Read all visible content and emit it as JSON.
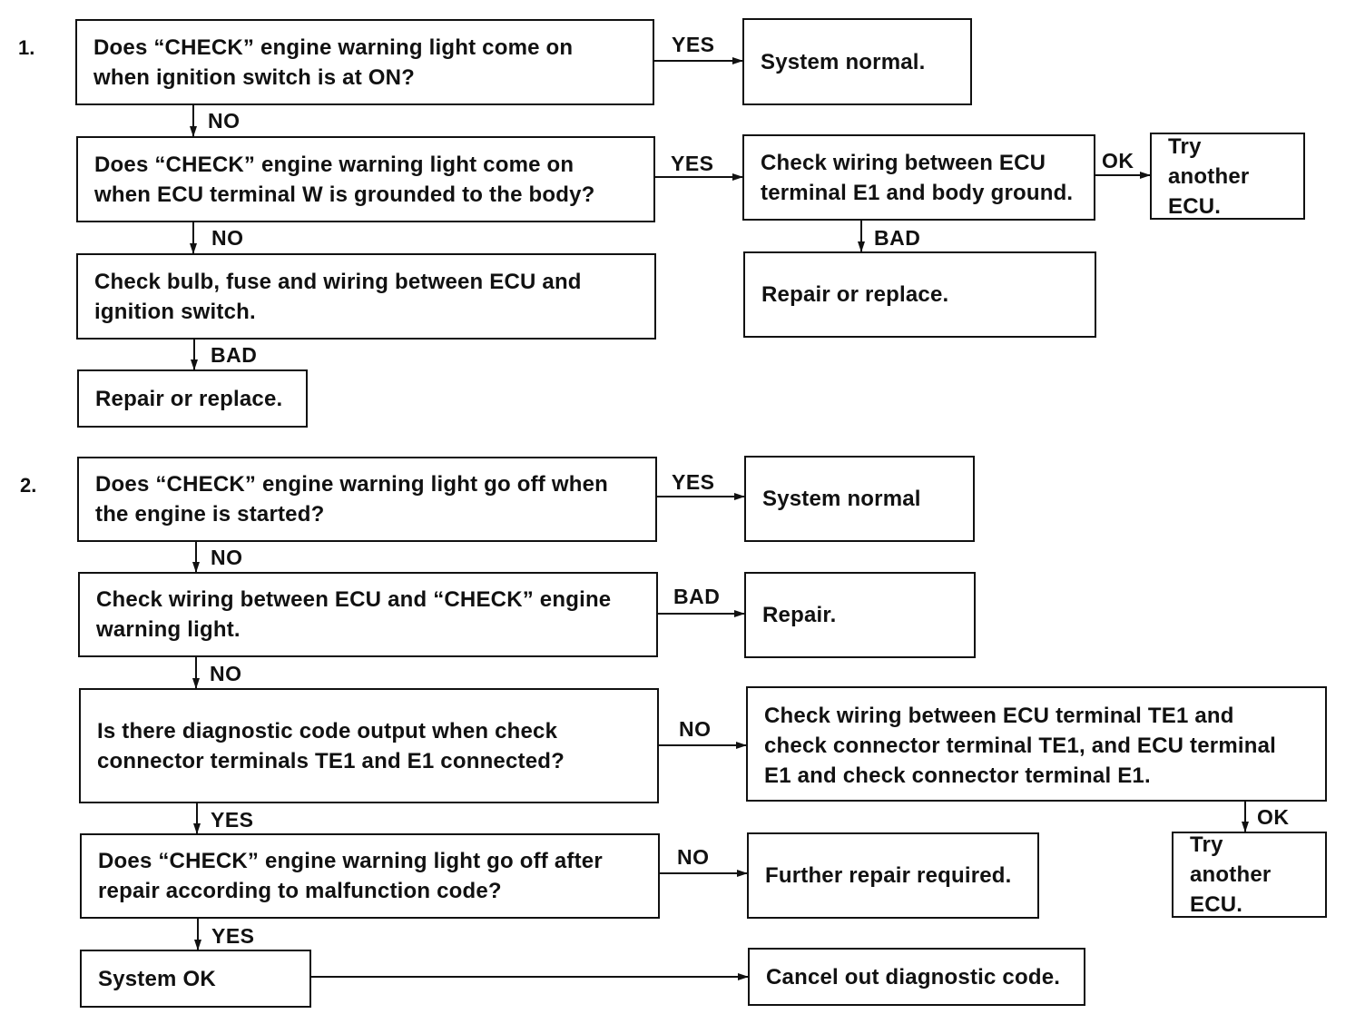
{
  "sections": [
    {
      "number": "1.",
      "boxes": {
        "q1": "Does “CHECK” engine warning light come on\nwhen ignition switch is at ON?",
        "normal": "System normal.",
        "q2": "Does “CHECK” engine warning light come on\nwhen ECU terminal W is grounded to the body?",
        "check_e1": "Check wiring between ECU\nterminal E1 and body ground.",
        "try_ecu": "Try another\nECU.",
        "repair_right": "Repair or replace.",
        "check_bulb": "Check bulb, fuse and wiring  between ECU and\nignition switch.",
        "repair_left": "Repair or replace."
      },
      "labels": {
        "q1_yes": "YES",
        "q1_no": "NO",
        "q2_yes": "YES",
        "q2_no": "NO",
        "e1_ok": "OK",
        "e1_bad": "BAD",
        "bulb_bad": "BAD"
      }
    },
    {
      "number": "2.",
      "boxes": {
        "q1": "Does “CHECK” engine warning light go off when\nthe engine is started?",
        "normal": "System normal",
        "check_wiring": "Check wiring between ECU and “CHECK” engine\nwarning light.",
        "repair": "Repair.",
        "q_diag": "Is there diagnostic code output when check\nconnector terminals TE1 and E1 connected?",
        "check_te1": "Check wiring between ECU terminal TE1 and\ncheck connector terminal TE1, and ECU terminal\nE1 and check connector terminal E1.",
        "q_after": "Does “CHECK” engine warning light go off after\nrepair according to malfunction code?",
        "further": "Further repair required.",
        "try_ecu": "Try another\nECU.",
        "system_ok": "System OK",
        "cancel": "Cancel out diagnostic code."
      },
      "labels": {
        "q1_yes": "YES",
        "q1_no": "NO",
        "wiring_bad": "BAD",
        "wiring_no": "NO",
        "diag_no": "NO",
        "diag_yes": "YES",
        "te1_ok": "OK",
        "after_no": "NO",
        "after_yes": "YES"
      }
    }
  ],
  "colors": {
    "ink": "#111111",
    "background": "#ffffff"
  }
}
